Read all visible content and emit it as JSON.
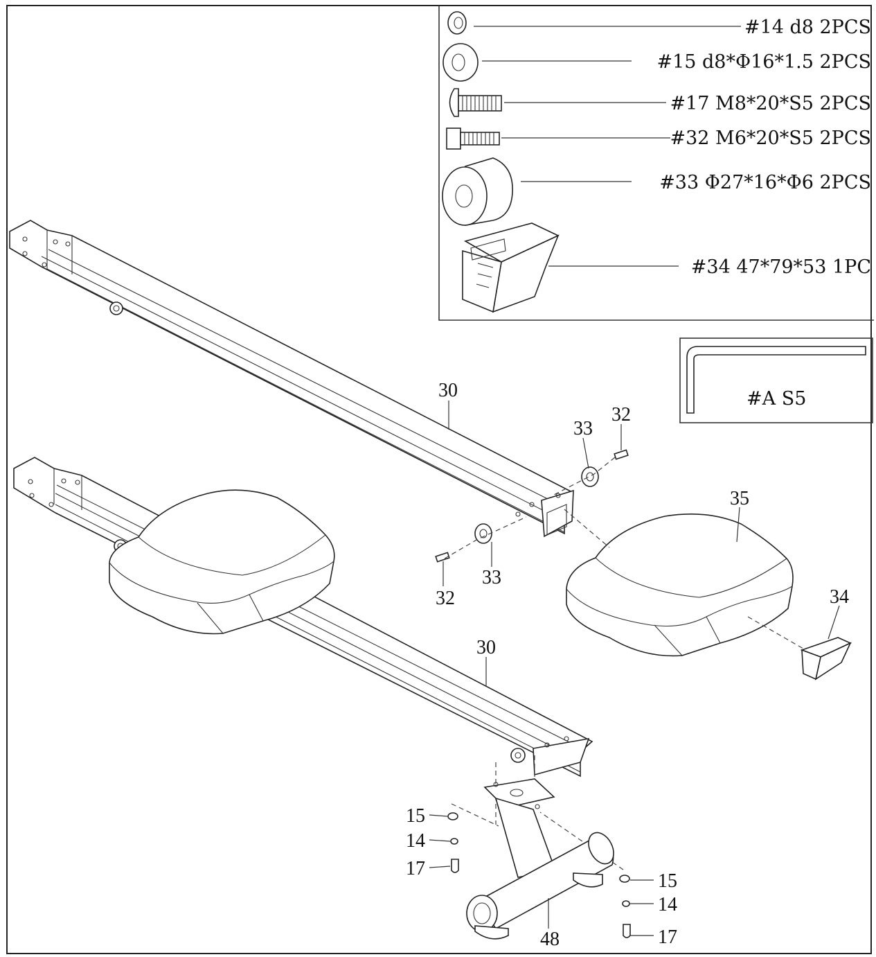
{
  "hardware_list": [
    {
      "id": "14",
      "label": "#14 d8 2PCS"
    },
    {
      "id": "15",
      "label": "#15 d8*Φ16*1.5 2PCS"
    },
    {
      "id": "17",
      "label": "#17 M8*20*S5 2PCS"
    },
    {
      "id": "32",
      "label": "#32 M6*20*S5 2PCS"
    },
    {
      "id": "33",
      "label": "#33 Φ27*16*Φ6 2PCS"
    },
    {
      "id": "34",
      "label": "#34 47*79*53 1PC"
    }
  ],
  "tool": {
    "label": "#A   S5"
  },
  "callouts": {
    "rail_top": "30",
    "rail_bottom": "30",
    "bolt_upper": "32",
    "roller_upper": "33",
    "roller_lower": "33",
    "bolt_lower": "32",
    "seat": "35",
    "end_cap": "34",
    "stand": "48",
    "left_washer": "15",
    "left_spring_washer": "14",
    "left_bolt": "17",
    "right_washer": "15",
    "right_spring_washer": "14",
    "right_bolt": "17"
  }
}
